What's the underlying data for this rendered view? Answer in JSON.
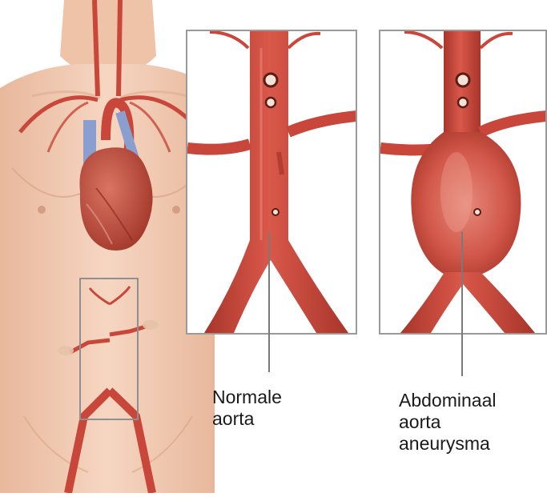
{
  "labels": {
    "normal": {
      "line1": "Normale",
      "line2": "aorta"
    },
    "aneurysm": {
      "line1": "Abdominaal",
      "line2": "aorta",
      "line3": "aneurysma"
    }
  },
  "colors": {
    "skin": "#f2cdb5",
    "skin_shadow": "#e6b79b",
    "artery": "#c8473a",
    "artery_dark": "#9e2f24",
    "vein": "#8a9fd0",
    "heart": "#c0503f",
    "panel_border": "#9a9a9a",
    "pointer_line": "#7a7a7a"
  },
  "icons": [
    "torso-illustration",
    "heart-illustration",
    "aorta-normal-illustration",
    "aorta-aneurysm-illustration"
  ]
}
